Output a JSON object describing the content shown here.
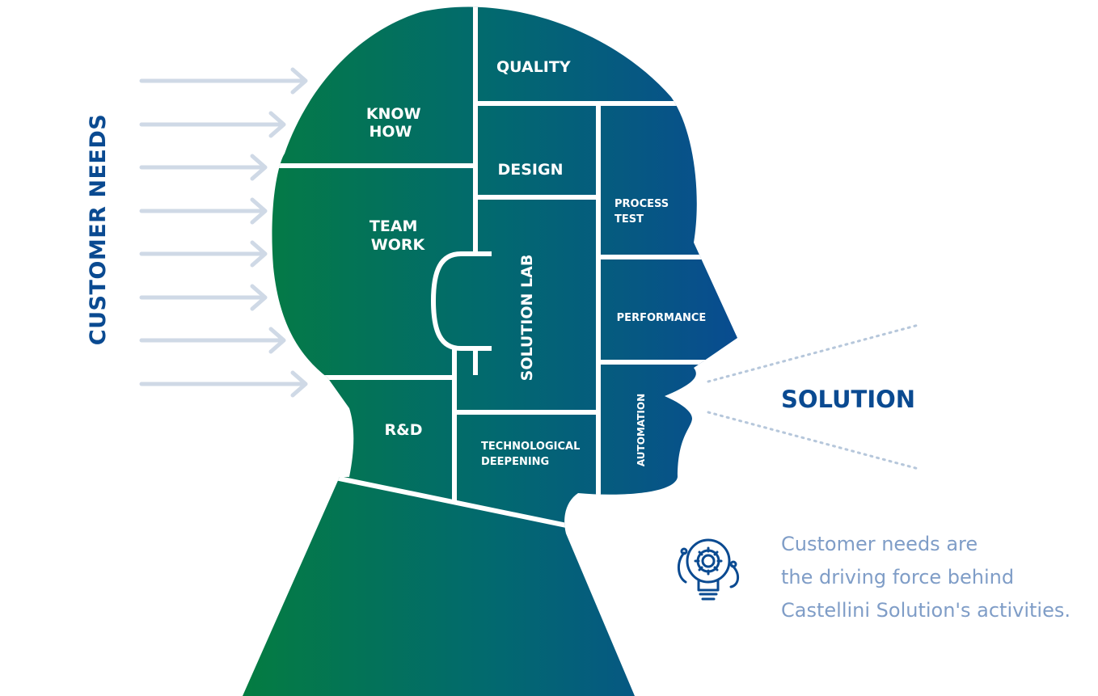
{
  "side_label": "CUSTOMER NEEDS",
  "regions": {
    "quality": "QUALITY",
    "know_how": [
      "KNOW",
      "HOW"
    ],
    "design": "DESIGN",
    "process_test": [
      "PROCESS",
      "TEST"
    ],
    "team_work": [
      "TEAM",
      "WORK"
    ],
    "solution_lab": "SOLUTION LAB",
    "performance": "PERFORMANCE",
    "automation": "AUTOMATION",
    "rd": "R&D",
    "technological_deepening": [
      "TECHNOLOGICAL",
      "DEEPENING"
    ]
  },
  "solution_label": "SOLUTION",
  "caption": [
    "Customer needs are",
    "the driving force behind",
    "Castellini Solution's activities."
  ],
  "icon": "lightbulb-gear-icon",
  "colors": {
    "green": "#047c41",
    "teal": "#00686e",
    "blue": "#094b91",
    "arrow": "#cfd9e6",
    "title": "#0a4a91",
    "caption": "#7f9dc7"
  }
}
